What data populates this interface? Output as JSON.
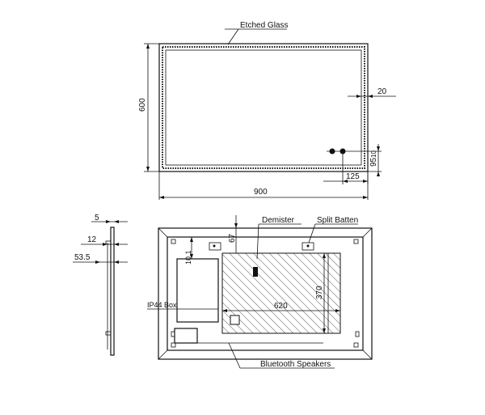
{
  "front_view": {
    "etched_glass_label": "Etched Glass",
    "dim_height": "600",
    "dim_width": "900",
    "dim_border": "20",
    "dim_button_offset_x": "125",
    "dim_button_offset_y": "95",
    "dim_button_gap": "10"
  },
  "side_view": {
    "dim_top": "5",
    "dim_mid": "12",
    "dim_depth": "53.5"
  },
  "rear_view": {
    "demister_label": "Demister",
    "split_batten_label": "Split Batten",
    "ip44_box_label": "IP44 Box",
    "bluetooth_speakers_label": "Bluetooth Speakers",
    "dim_top_offset": "67",
    "dim_small": "10.1",
    "dim_demister_width": "620",
    "dim_demister_height": "370"
  }
}
